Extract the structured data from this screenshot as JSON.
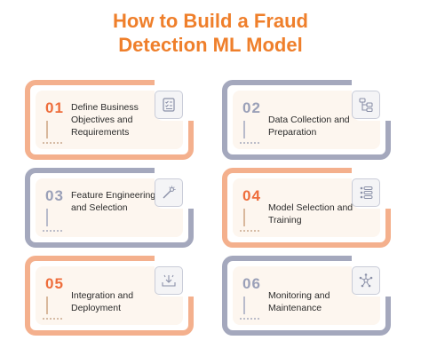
{
  "title_line1": "How to Build a Fraud",
  "title_line2": "Detection ML Model",
  "colors": {
    "accent": "#ef7f2b",
    "orange_border": "#f4b08d",
    "gray_border": "#a4a8bd"
  },
  "steps": [
    {
      "number": "01",
      "label": "Define Business Objectives and Requirements",
      "icon": "checklist-icon",
      "theme": "orange"
    },
    {
      "number": "02",
      "label": "Data Collection and Preparation",
      "icon": "flowchart-icon",
      "theme": "gray"
    },
    {
      "number": "03",
      "label": "Feature Engineering and Selection",
      "icon": "magic-wand-icon",
      "theme": "gray"
    },
    {
      "number": "04",
      "label": "Model Selection and Training",
      "icon": "model-list-icon",
      "theme": "orange"
    },
    {
      "number": "05",
      "label": "Integration and Deployment",
      "icon": "deploy-tray-icon",
      "theme": "orange"
    },
    {
      "number": "06",
      "label": "Monitoring and Maintenance",
      "icon": "network-icon",
      "theme": "gray"
    }
  ]
}
